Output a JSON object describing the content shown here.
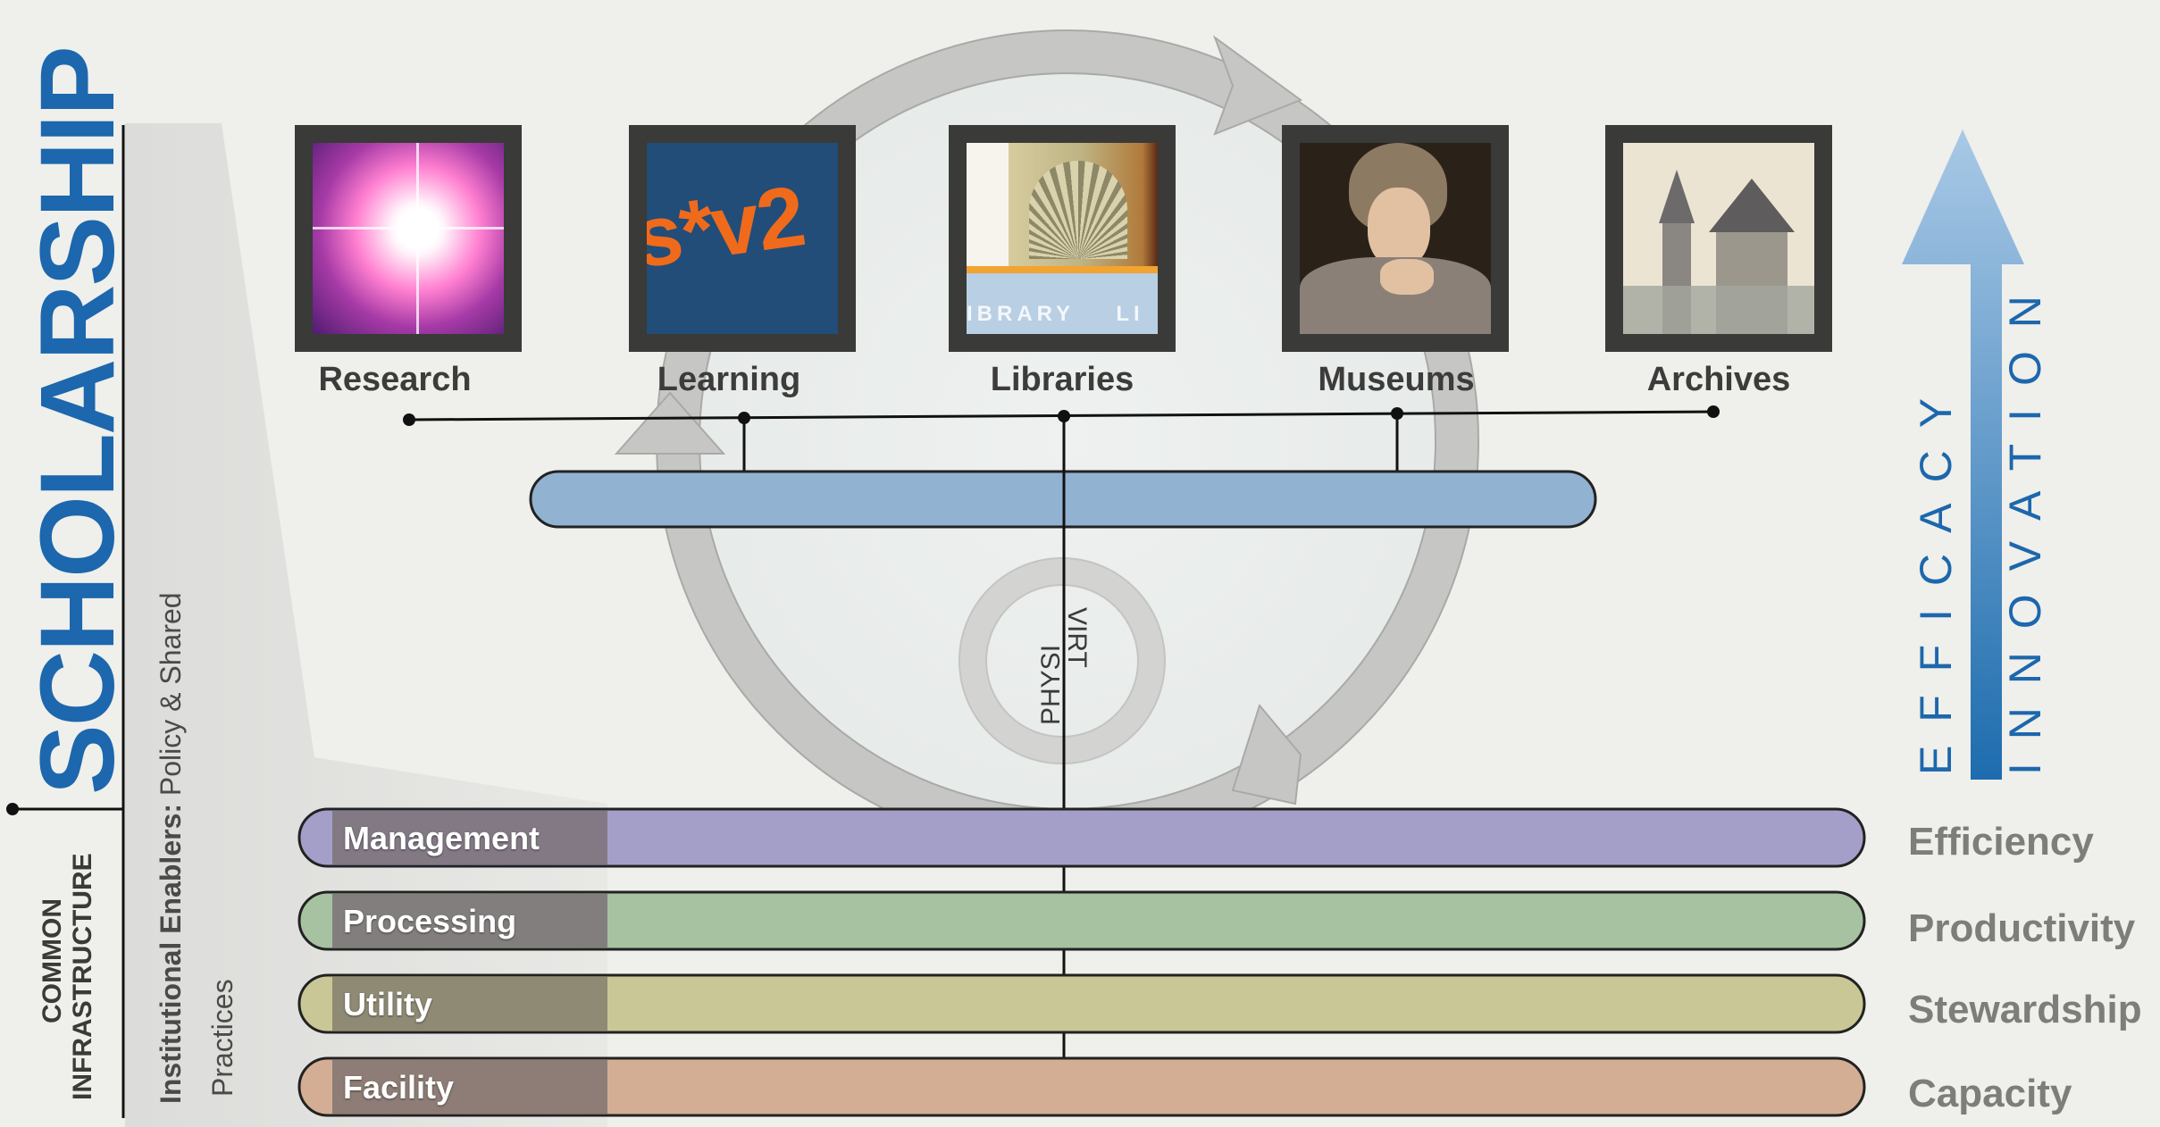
{
  "title_vertical": "SCHOLARSHIP",
  "left_vertical": {
    "common_infrastructure": [
      "COMMON",
      "INFRASTRUCTURE"
    ],
    "enablers_bold": "Institutional Enablers:",
    "enablers_text": " Policy & Shared",
    "enablers_line2": "Practices"
  },
  "categories": [
    {
      "label": "Research",
      "image": "nebula-image"
    },
    {
      "label": "Learning",
      "image": "sv2-logo-image",
      "image_text": "s*v2"
    },
    {
      "label": "Libraries",
      "image": "library-fan-image",
      "image_text": "IBRARY    LI"
    },
    {
      "label": "Museums",
      "image": "portrait-painting-image"
    },
    {
      "label": "Archives",
      "image": "cathedral-drawing-image"
    }
  ],
  "cycle_ring": {
    "left": "PHYSI",
    "right": "VIRT"
  },
  "bands": [
    {
      "label": "Management",
      "color": "#a49fc9",
      "outcome": "Efficiency"
    },
    {
      "label": "Processing",
      "color": "#a7c2a0",
      "outcome": "Productivity"
    },
    {
      "label": "Utility",
      "color": "#c9c796",
      "outcome": "Stewardship"
    },
    {
      "label": "Facility",
      "color": "#d3ae94",
      "outcome": "Capacity"
    }
  ],
  "arrow_labels": {
    "efficacy": "E F F I C A C Y",
    "innovation": "I N N O V A T I O N"
  },
  "colors": {
    "accent_blue": "#1c67ad",
    "connector_bar": "#91b2d1",
    "arrow_blue": "#6aa1cf"
  }
}
